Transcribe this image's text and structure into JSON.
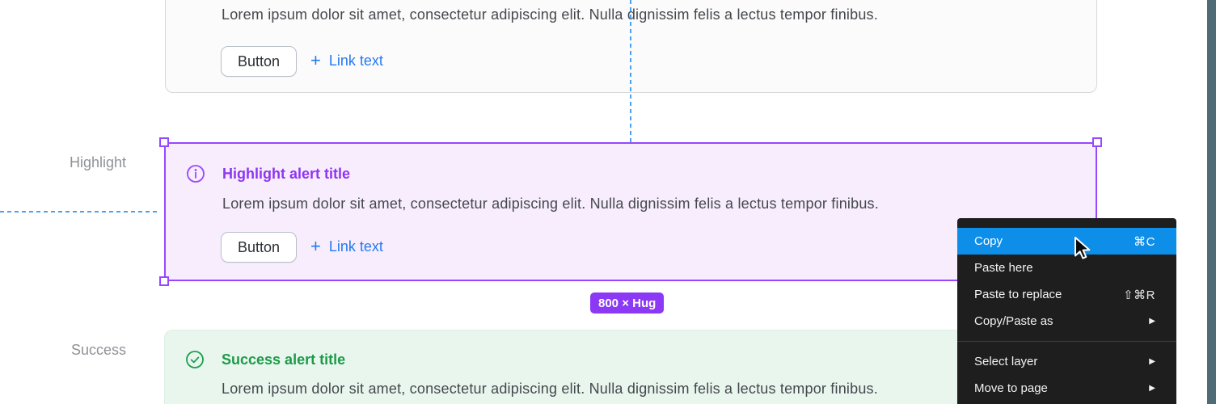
{
  "labels": {
    "highlight": "Highlight",
    "success": "Success"
  },
  "top_card": {
    "body": "Lorem ipsum dolor sit amet, consectetur adipiscing elit. Nulla dignissim felis a lectus tempor finibus.",
    "button": "Button",
    "plus": "+",
    "link": "Link text"
  },
  "highlight_alert": {
    "title": "Highlight alert title",
    "body": "Lorem ipsum dolor sit amet, consectetur adipiscing elit. Nulla dignissim felis a lectus tempor finibus.",
    "button": "Button",
    "plus": "+",
    "link": "Link text"
  },
  "size_badge": {
    "text": "800 × Hug"
  },
  "success_alert": {
    "title": "Success alert title",
    "body": "Lorem ipsum dolor sit amet, consectetur adipiscing elit. Nulla dignissim felis a lectus tempor finibus."
  },
  "context_menu": {
    "items": [
      {
        "label": "Copy",
        "shortcut": "⌘C",
        "state": "highlighted"
      },
      {
        "label": "Paste here",
        "shortcut": ""
      },
      {
        "label": "Paste to replace",
        "shortcut": "⇧⌘R"
      },
      {
        "label": "Copy/Paste as",
        "submenu": true
      },
      {
        "label": "Select layer",
        "submenu": true
      },
      {
        "label": "Move to page",
        "submenu": true
      }
    ],
    "submenu_arrow": "▶"
  },
  "colors": {
    "selection_purple": "#9747ff",
    "title_purple": "#8e35f2",
    "badge_purple": "#8b39f5",
    "link_blue": "#2579f2",
    "success_green": "#1e9e4c",
    "menu_highlight_blue": "#0d8ee9",
    "guide_blue": "#4aa2f2"
  }
}
